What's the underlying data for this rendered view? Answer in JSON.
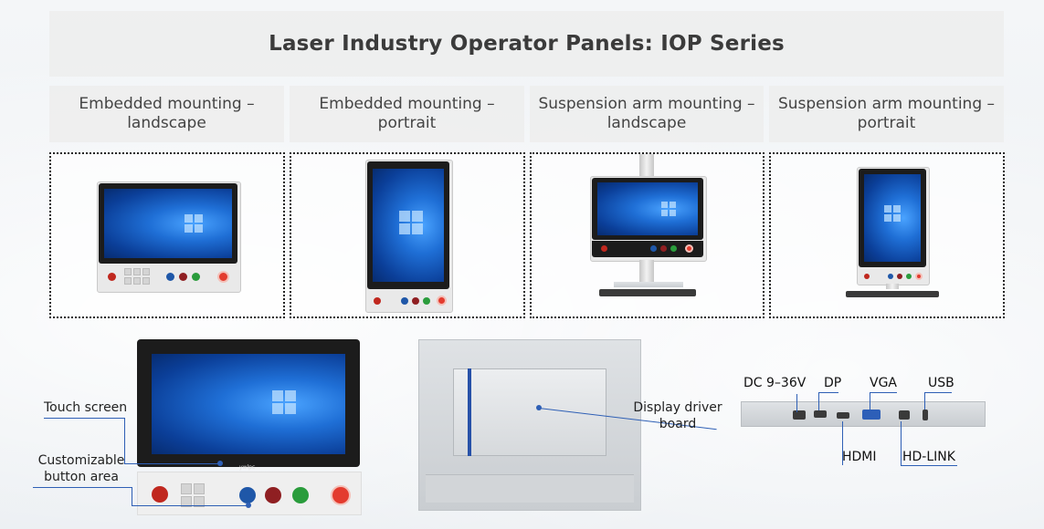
{
  "title": "Laser Industry Operator Panels: IOP Series",
  "columns": [
    {
      "label": "Embedded mounting –\nlandscape"
    },
    {
      "label": "Embedded mounting –\nportrait"
    },
    {
      "label": "Suspension arm mounting –\nlandscape"
    },
    {
      "label": "Suspension arm mounting –\nportrait"
    }
  ],
  "callouts": {
    "touch_screen": "Touch screen",
    "button_area": "Customizable\nbutton area",
    "driver_board": "Display driver\nboard"
  },
  "ports": {
    "dc": "DC 9–36V",
    "dp": "DP",
    "vga": "VGA",
    "usb": "USB",
    "hdmi": "HDMI",
    "hdlink": "HD-LINK"
  },
  "brand": "ywlpc",
  "colors": {
    "accent_line": "#2e5fb5",
    "screen": "#1f6fd6"
  }
}
